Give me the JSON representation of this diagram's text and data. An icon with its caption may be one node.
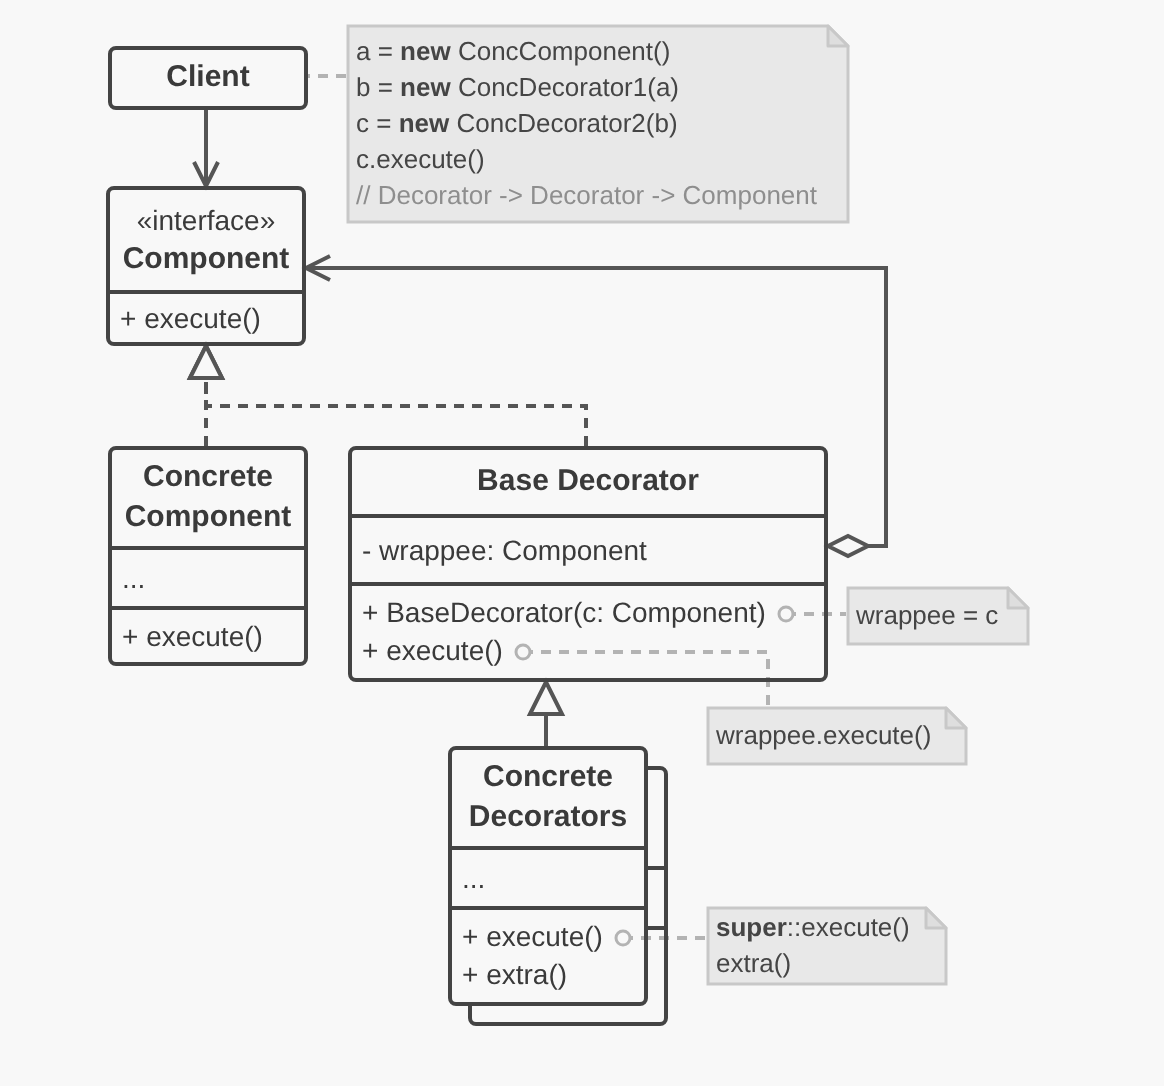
{
  "diagram": {
    "nodes": [
      {
        "text": [
          "Client"
        ]
      },
      {
        "text": [
          "a = **new** ConcComponent()",
          "b = **new** ConcDecorator1(a)",
          "c = **new** ConcDecorator2(b)",
          "c.execute()",
          "// Decorator -> Decorator -> Component"
        ]
      },
      {
        "text": [
          "«interface»",
          "Component",
          "+ execute()"
        ]
      },
      {
        "text": [
          "Concrete Component",
          "...",
          "+ execute()"
        ]
      },
      {
        "text": [
          "Base Decorator",
          "- wrappee: Component",
          "+ BaseDecorator(c: Component)",
          "+ execute()"
        ]
      },
      {
        "text": [
          "wrappee = c"
        ]
      },
      {
        "text": [
          "wrappee.execute()"
        ]
      },
      {
        "text": [
          "Concrete Decorators",
          "...",
          "+ execute()",
          "+ extra()"
        ]
      },
      {
        "text": [
          "**super**::execute()",
          "extra()"
        ]
      }
    ],
    "edges": [
      {
        "from": 0,
        "to": 2,
        "arrow": "to"
      },
      {
        "from": 1,
        "to": 0,
        "arrow": "none",
        "style": "dashed",
        "color": "#b3b3b3"
      },
      {
        "from": 3,
        "to": 2,
        "arrow": "to",
        "style": "dashed"
      },
      {
        "from": 4,
        "to": 2,
        "arrow": "to",
        "style": "dashed"
      },
      {
        "from": 4,
        "to": 2,
        "arrow": "to"
      },
      {
        "from": 4,
        "to": 5,
        "arrow": "other",
        "style": "dashed",
        "color": "#b3b3b3"
      },
      {
        "from": 4,
        "to": 6,
        "arrow": "other",
        "style": "dashed",
        "color": "#b3b3b3"
      },
      {
        "from": 7,
        "to": 4,
        "arrow": "to"
      },
      {
        "from": 7,
        "to": 8,
        "arrow": "other",
        "style": "dashed",
        "color": "#b3b3b3"
      }
    ]
  }
}
